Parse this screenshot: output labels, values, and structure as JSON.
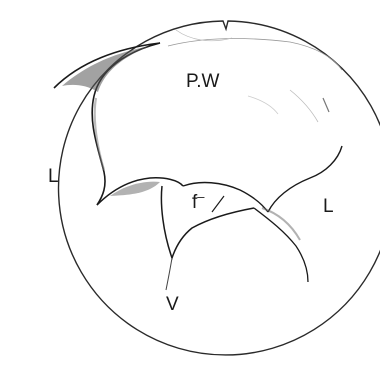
{
  "labels": {
    "posterior_wall": "P.W",
    "left": "L",
    "right": "L",
    "fold": "f",
    "fold_superscript": "–",
    "ventricle": "V"
  },
  "colors": {
    "ink": "#1a1a1a",
    "shade": "#555555",
    "background": "#ffffff"
  }
}
